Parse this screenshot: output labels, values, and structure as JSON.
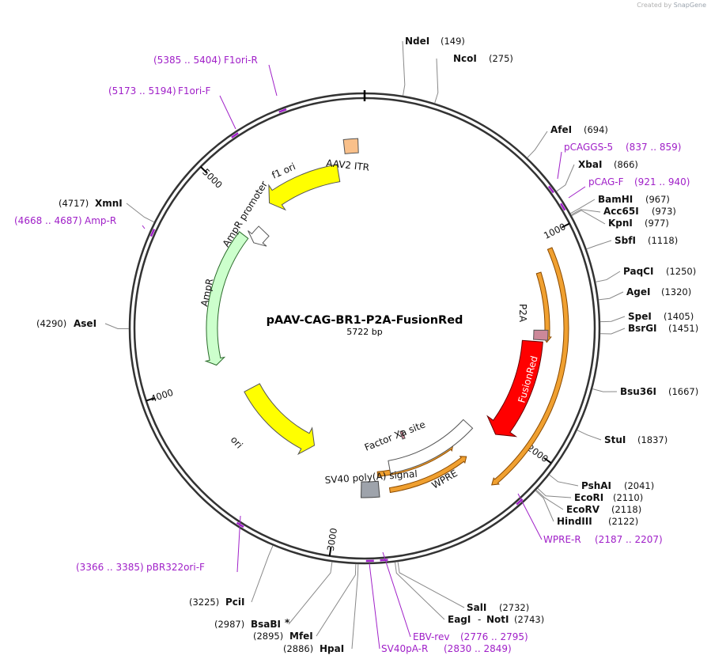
{
  "credit": {
    "created_by": "Created by",
    "brand": "SnapGene"
  },
  "plasmid": {
    "name": "pAAV-CAG-BR1-P2A-FusionRed",
    "length": "5722 bp"
  },
  "ticks": [
    "1000",
    "2000",
    "3000",
    "4000",
    "5000"
  ],
  "enzymes": [
    {
      "name": "NdeI",
      "pos": "(149)"
    },
    {
      "name": "NcoI",
      "pos": "(275)"
    },
    {
      "name": "AfeI",
      "pos": "(694)"
    },
    {
      "name": "XbaI",
      "pos": "(866)"
    },
    {
      "name": "BamHI",
      "pos": "(967)"
    },
    {
      "name": "Acc65I",
      "pos": "(973)"
    },
    {
      "name": "KpnI",
      "pos": "(977)"
    },
    {
      "name": "SbfI",
      "pos": "(1118)"
    },
    {
      "name": "PaqCI",
      "pos": "(1250)"
    },
    {
      "name": "AgeI",
      "pos": "(1320)"
    },
    {
      "name": "SpeI",
      "pos": "(1405)"
    },
    {
      "name": "BsrGI",
      "pos": "(1451)"
    },
    {
      "name": "Bsu36I",
      "pos": "(1667)"
    },
    {
      "name": "StuI",
      "pos": "(1837)"
    },
    {
      "name": "PshAI",
      "pos": "(2041)"
    },
    {
      "name": "EcoRI",
      "pos": "(2110)"
    },
    {
      "name": "EcoRV",
      "pos": "(2118)"
    },
    {
      "name": "HindIII",
      "pos": "(2122)"
    },
    {
      "name": "SalI",
      "pos": "(2732)"
    },
    {
      "name": "EagI",
      "name2": "NotI",
      "sep": "-",
      "pos": "(2743)"
    },
    {
      "name": "HpaI",
      "pos": "(2886)"
    },
    {
      "name": "MfeI",
      "pos": "(2895)"
    },
    {
      "name": "BsaBI",
      "mark": "*",
      "pos": "(2987)"
    },
    {
      "name": "PciI",
      "pos": "(3225)"
    },
    {
      "name": "AseI",
      "pos": "(4290)"
    },
    {
      "name": "XmnI",
      "pos": "(4717)"
    }
  ],
  "primers": [
    {
      "name": "F1ori-R",
      "range": "(5385 .. 5404)"
    },
    {
      "name": "F1ori-F",
      "range": "(5173 .. 5194)"
    },
    {
      "name": "pCAGGS-5",
      "range": "(837 .. 859)"
    },
    {
      "name": "pCAG-F",
      "range": "(921 .. 940)"
    },
    {
      "name": "Amp-R",
      "range": "(4668 .. 4687)"
    },
    {
      "name": "WPRE-R",
      "range": "(2187 .. 2207)"
    },
    {
      "name": "pBR322ori-F",
      "range": "(3366 .. 3385)"
    },
    {
      "name": "EBV-rev",
      "range": "(2776 .. 2795)"
    },
    {
      "name": "SV40pA-R",
      "range": "(2830 .. 2849)"
    }
  ],
  "features": [
    {
      "name": "AAV2 ITR",
      "color": "#f9c08a"
    },
    {
      "name": "f1 ori",
      "color": "#ffff00"
    },
    {
      "name": "AmpR promoter",
      "color": "#ffffff"
    },
    {
      "name": "AmpR",
      "color": "#ccffcc"
    },
    {
      "name": "ori",
      "color": "#ffff00"
    },
    {
      "name": "P2A",
      "color": "#cc8899"
    },
    {
      "name": "FusionRed",
      "color": "#ff0000"
    },
    {
      "name": "WPRE",
      "color": "#ffffff"
    },
    {
      "name": "Factor Xa site",
      "color": "#cc8899"
    },
    {
      "name": "SV40 poly(A) signal",
      "color": "#9ea3ab"
    }
  ],
  "colors": {
    "primer": "#a020c8",
    "orf_orange": "#f0a030",
    "orf_edge": "#8a4a00"
  }
}
